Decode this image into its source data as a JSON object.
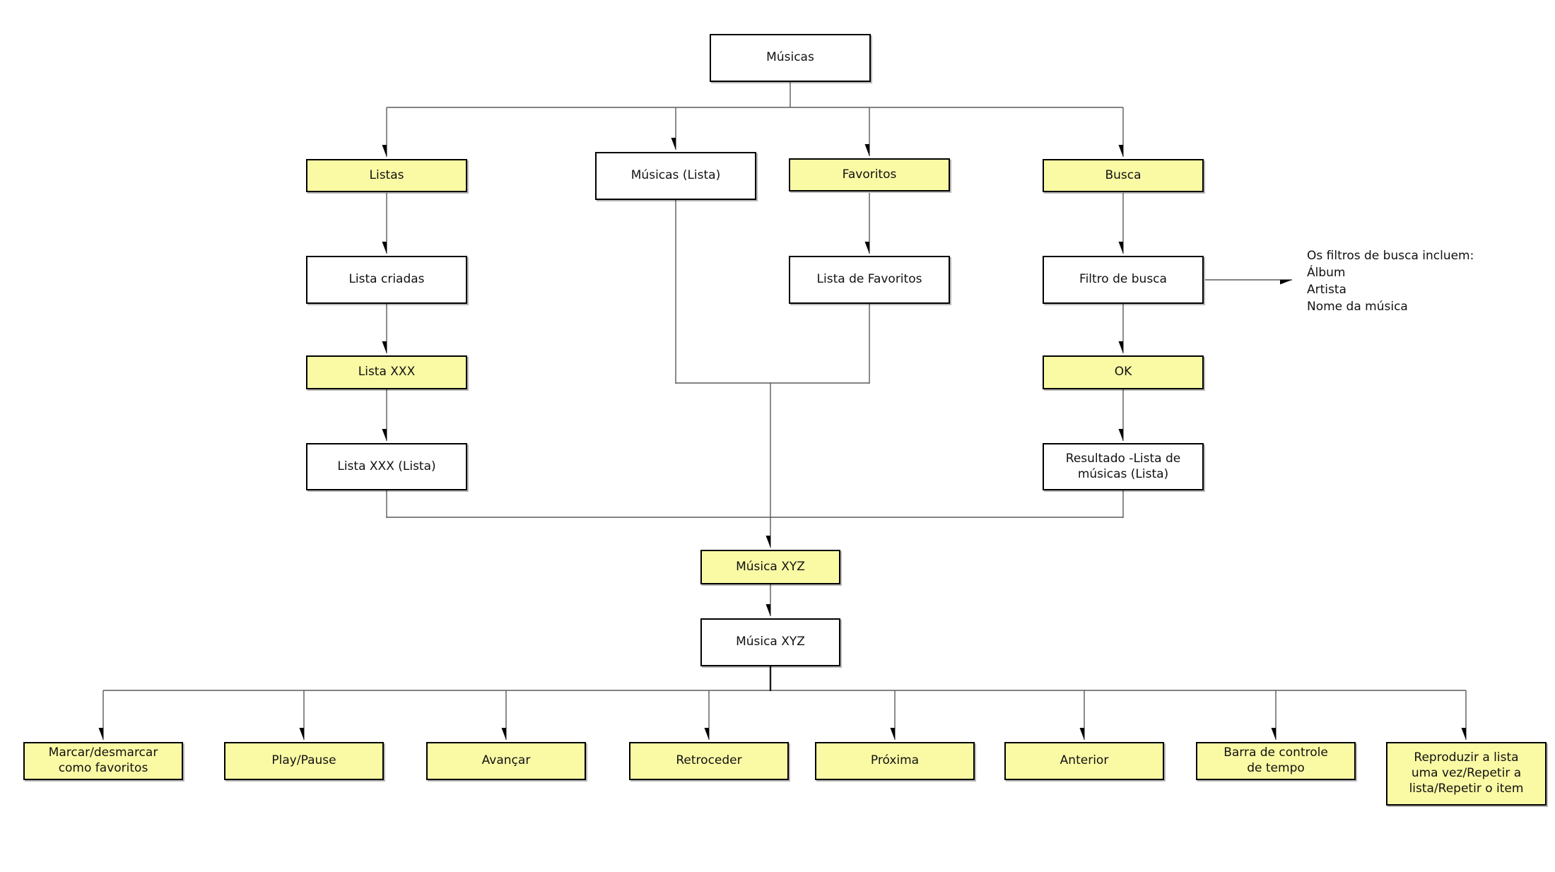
{
  "diagram": {
    "colors": {
      "node_fill_yellow": "#FAFAA5",
      "node_fill_white": "#FFFFFF",
      "node_border": "#000000",
      "connector_line": "#5A5A5A",
      "arrowhead": "#000000"
    },
    "nodes": {
      "musicas_root": {
        "label": "Músicas"
      },
      "listas": {
        "label": "Listas"
      },
      "musicas_lista": {
        "label": "Músicas (Lista)"
      },
      "favoritos": {
        "label": "Favoritos"
      },
      "busca": {
        "label": "Busca"
      },
      "lista_criadas": {
        "label": "Lista criadas"
      },
      "lista_de_favoritos": {
        "label": "Lista de Favoritos"
      },
      "filtro_de_busca": {
        "label": "Filtro de busca"
      },
      "lista_xxx": {
        "label": "Lista XXX"
      },
      "ok": {
        "label": "OK"
      },
      "lista_xxx_lista": {
        "label": "Lista XXX (Lista)"
      },
      "resultado_lista": {
        "label": "Resultado -Lista de músicas (Lista)"
      },
      "musica_xyz_selected": {
        "label": "Música XYZ"
      },
      "musica_xyz_detail": {
        "label": "Música XYZ"
      },
      "marcar_desmarcar": {
        "label": "Marcar/desmarcar como favoritos"
      },
      "play_pause": {
        "label": "Play/Pause"
      },
      "avancar": {
        "label": "Avançar"
      },
      "retroceder": {
        "label": "Retroceder"
      },
      "proxima": {
        "label": "Próxima"
      },
      "anterior": {
        "label": "Anterior"
      },
      "barra_tempo": {
        "label": "Barra de controle de tempo"
      },
      "reproduzir_repetir": {
        "label": "Reproduzir a lista uma vez/Repetir a lista/Repetir o item"
      }
    },
    "annotation": {
      "lines": [
        "Os filtros de busca incluem:",
        "Álbum",
        "Artista",
        "Nome da música"
      ]
    }
  }
}
